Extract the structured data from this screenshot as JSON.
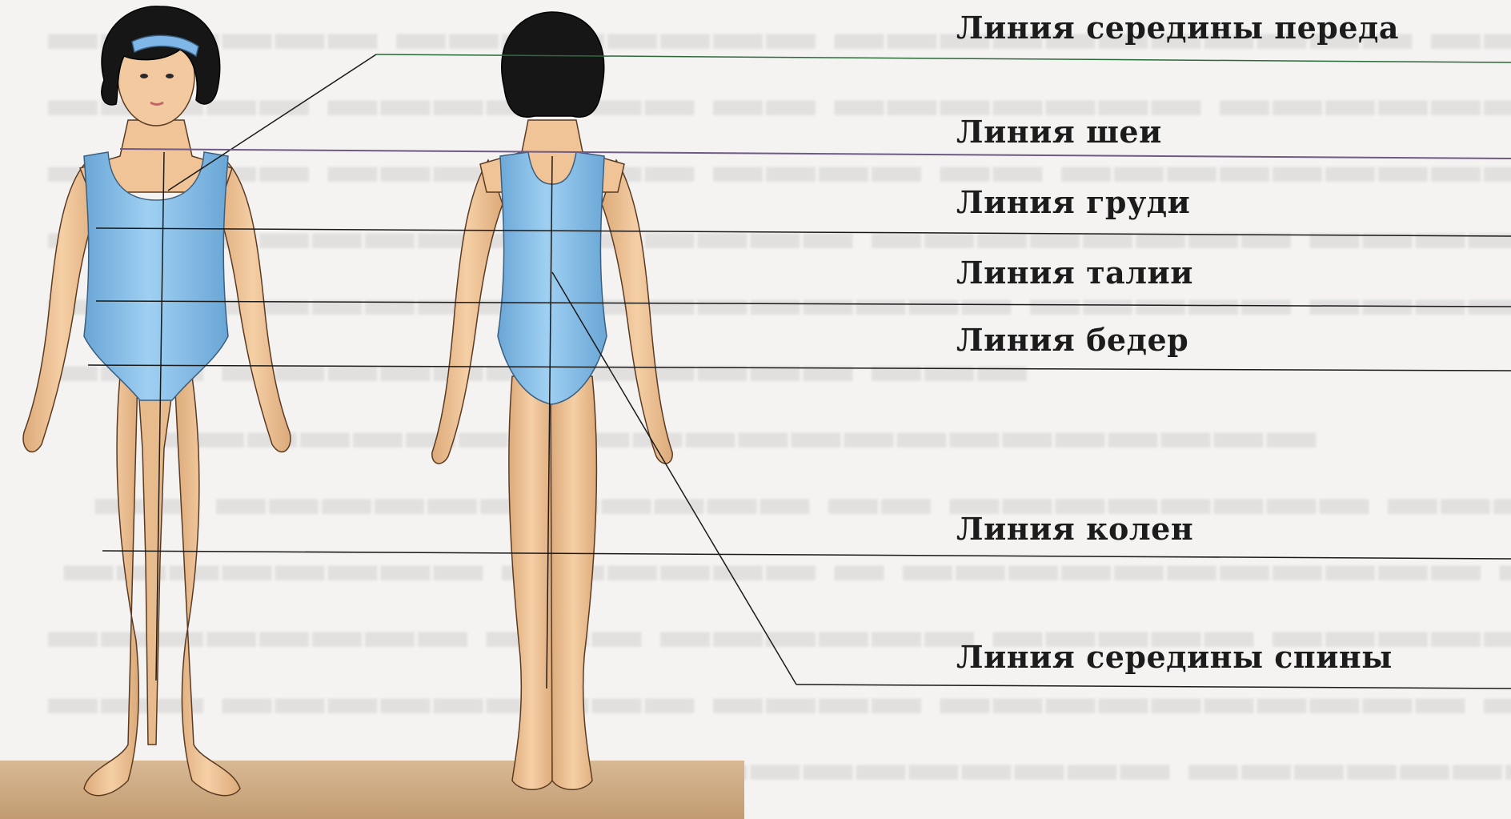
{
  "labels": {
    "front_center": "Линия середины переда",
    "neck": "Линия шеи",
    "bust": "Линия груди",
    "waist": "Линия талии",
    "hip": "Линия бедер",
    "knee": "Линия колен",
    "back_center": "Линия середины спины"
  },
  "colors": {
    "swimsuit": "#8cc2ea",
    "swimsuit_shade": "#6aa6d6",
    "skin": "#f2c79c",
    "skin_shade": "#d9a373",
    "hair": "#161616",
    "headband": "#7fb8e8",
    "line_front": "#6f5a86",
    "line_dark": "#1a1a1a",
    "ground": "#c9a87f"
  },
  "icons": [
    "front-figure-illustration",
    "back-figure-illustration"
  ]
}
